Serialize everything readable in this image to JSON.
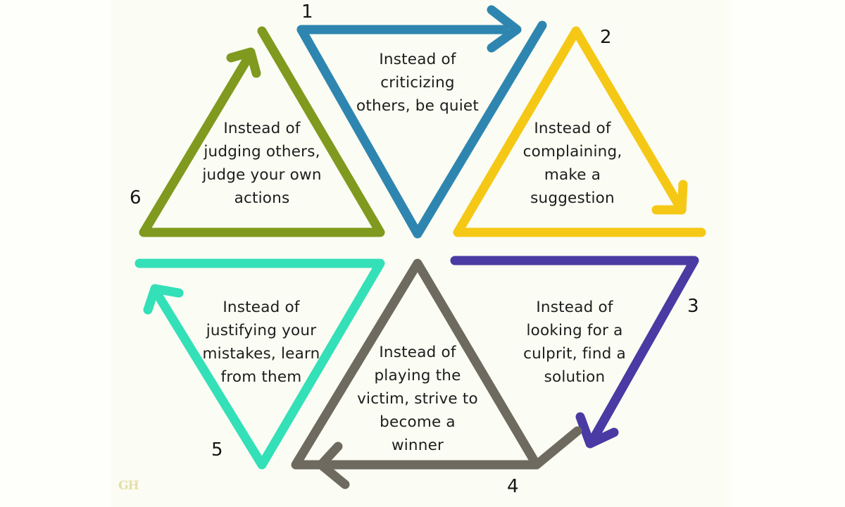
{
  "colors": {
    "step1": "#2e86b0",
    "step2": "#f5c816",
    "step3": "#4a3aa3",
    "step4": "#6e6a60",
    "step5": "#33e0b8",
    "step6": "#7f9a1e"
  },
  "steps": [
    {
      "number": "1",
      "lines": [
        "Instead of",
        "criticizing",
        "others, be quiet"
      ],
      "color_key": "step1"
    },
    {
      "number": "2",
      "lines": [
        "Instead of",
        "complaining,",
        "make a",
        "suggestion"
      ],
      "color_key": "step2"
    },
    {
      "number": "3",
      "lines": [
        "Instead of",
        "looking for a",
        "culprit, find a",
        "solution"
      ],
      "color_key": "step3"
    },
    {
      "number": "4",
      "lines": [
        "Instead of",
        "playing the",
        "victim, strive to",
        "become a",
        "winner"
      ],
      "color_key": "step4"
    },
    {
      "number": "5",
      "lines": [
        "Instead of",
        "justifying your",
        "mistakes, learn",
        "from them"
      ],
      "color_key": "step5"
    },
    {
      "number": "6",
      "lines": [
        "Instead of",
        "judging others,",
        "judge your own",
        "actions"
      ],
      "color_key": "step6"
    }
  ],
  "watermark": {
    "text": "GH"
  }
}
